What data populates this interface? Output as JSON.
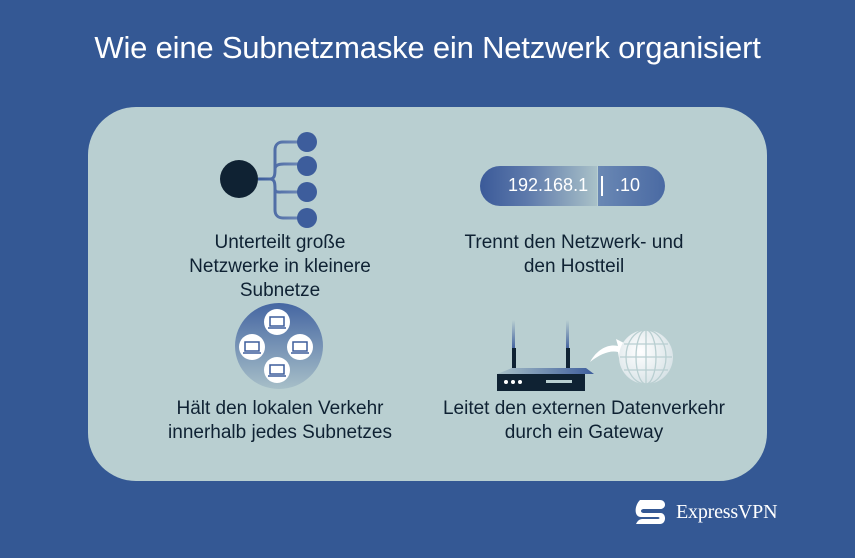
{
  "title": "Wie eine Subnetzmaske ein Netzwerk organisiert",
  "colors": {
    "background": "#345894",
    "panel": "#b9cfd1",
    "text_dark": "#0f2233",
    "accent_blue": "#3d5d9c",
    "white": "#ffffff"
  },
  "features": [
    {
      "icon": "subnet-tree-icon",
      "caption_lines": [
        "Unterteilt große",
        "Netzwerke in kleinere",
        "Subnetze"
      ]
    },
    {
      "icon": "ip-address-pill-icon",
      "ip_network": "192.168.1",
      "ip_host": ".10",
      "caption_lines": [
        "Trennt den Netzwerk- und",
        "den Hostteil"
      ]
    },
    {
      "icon": "local-devices-circle-icon",
      "caption_lines": [
        "Hält den lokalen Verkehr",
        "innerhalb jedes Subnetzes"
      ]
    },
    {
      "icon": "router-to-globe-icon",
      "caption_lines": [
        "Leitet den externen Datenverkehr",
        "durch ein Gateway"
      ]
    }
  ],
  "brand": {
    "name": "ExpressVPN",
    "icon": "expressvpn-logo-icon"
  }
}
